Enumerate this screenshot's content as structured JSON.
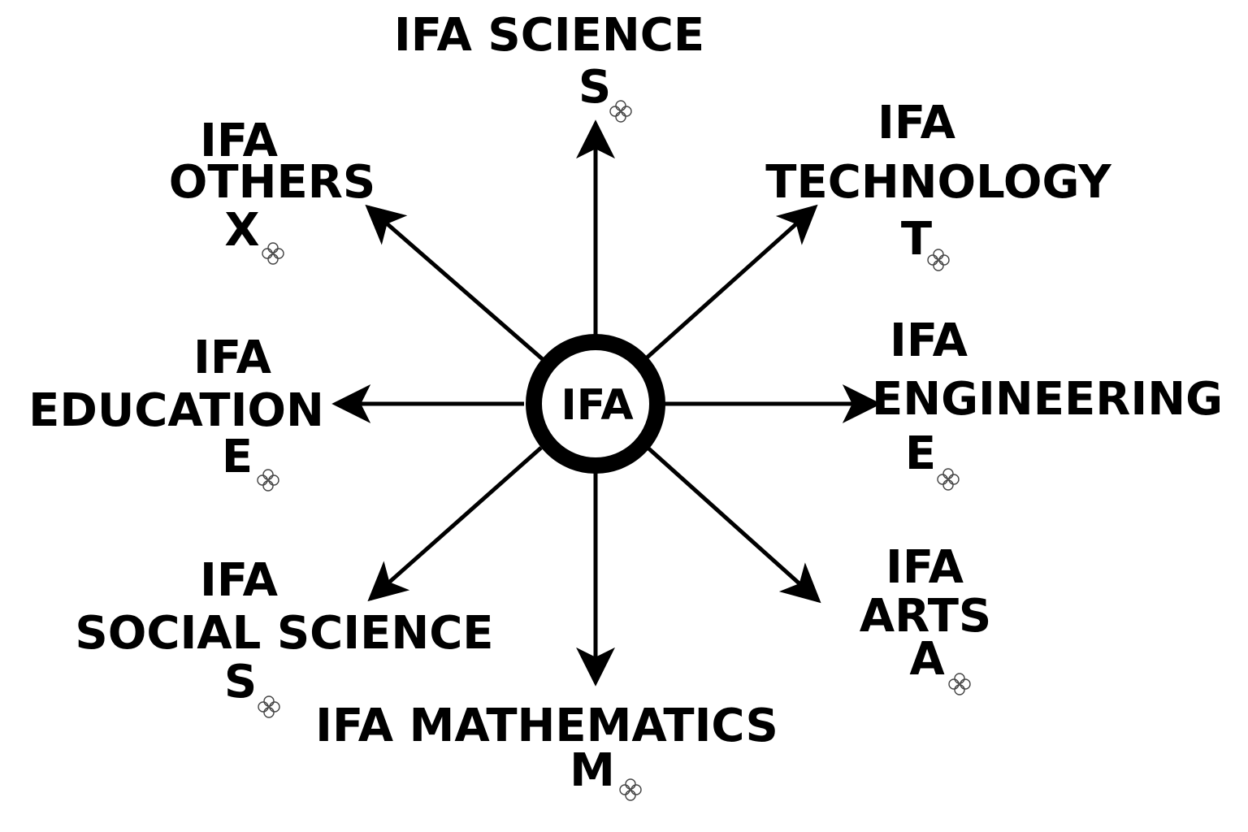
{
  "center": {
    "label": "IFA"
  },
  "branches": [
    {
      "id": "science",
      "lines": [
        "IFA SCIENCE",
        "S"
      ]
    },
    {
      "id": "technology",
      "lines": [
        "IFA",
        "TECHNOLOGY",
        "T"
      ]
    },
    {
      "id": "engineering",
      "lines": [
        "IFA",
        "ENGINEERING",
        "E"
      ]
    },
    {
      "id": "arts",
      "lines": [
        "IFA",
        "ARTS",
        "A"
      ]
    },
    {
      "id": "mathematics",
      "lines": [
        "IFA MATHEMATICS",
        "M"
      ]
    },
    {
      "id": "social-science",
      "lines": [
        "IFA",
        "SOCIAL SCIENCE",
        "S"
      ]
    },
    {
      "id": "education",
      "lines": [
        "IFA",
        "EDUCATION",
        "E"
      ]
    },
    {
      "id": "others",
      "lines": [
        "IFA",
        "OTHERS",
        "X"
      ]
    }
  ],
  "colors": {
    "stroke": "#000000",
    "background": "#ffffff",
    "mark": "#444444"
  },
  "icons": {
    "marker": "four-petal-flower-icon"
  }
}
